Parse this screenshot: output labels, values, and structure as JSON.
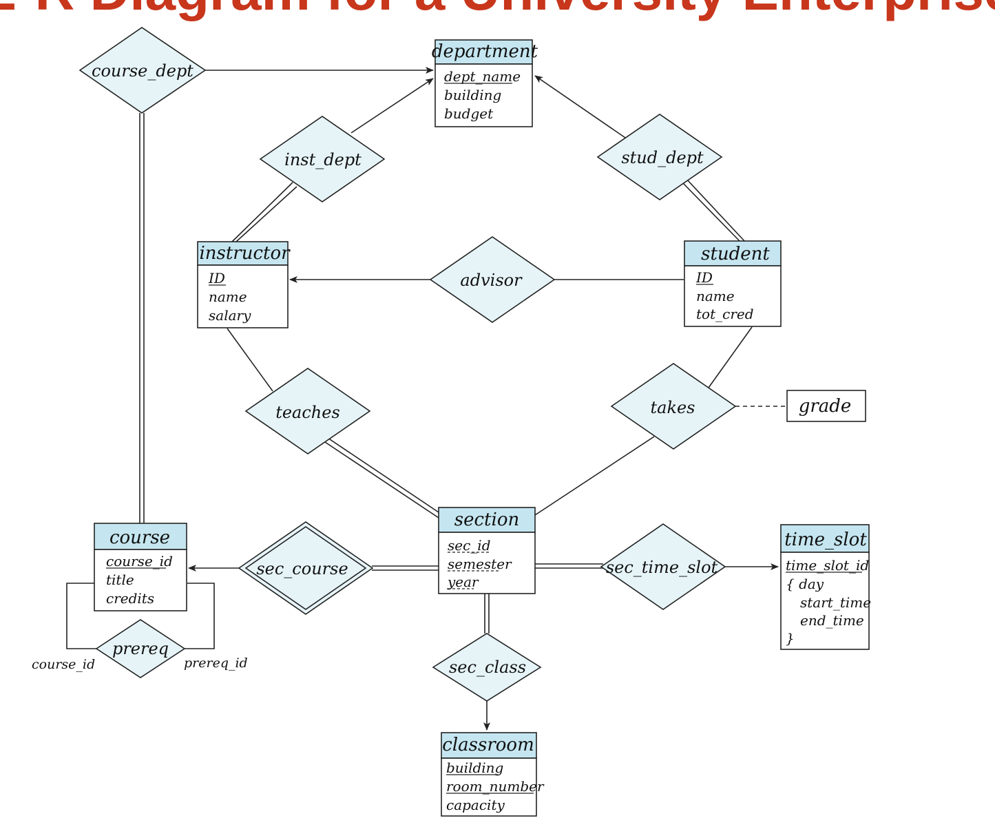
{
  "slide": {
    "title": "E-R Diagram for a University Enterprise"
  },
  "entities": {
    "department": {
      "name": "department",
      "attributes": [
        "dept_name",
        "building",
        "budget"
      ]
    },
    "instructor": {
      "name": "instructor",
      "attributes": [
        "ID",
        "name",
        "salary"
      ]
    },
    "student": {
      "name": "student",
      "attributes": [
        "ID",
        "name",
        "tot_cred"
      ]
    },
    "section": {
      "name": "section",
      "attributes": [
        "sec_id",
        "semester",
        "year"
      ]
    },
    "course": {
      "name": "course",
      "attributes": [
        "course_id",
        "title",
        "credits"
      ]
    },
    "time_slot": {
      "name": "time_slot",
      "attributes": [
        "time_slot_id",
        "{ day",
        "start_time",
        "end_time",
        "}"
      ]
    },
    "classroom": {
      "name": "classroom",
      "attributes": [
        "building",
        "room_number",
        "capacity"
      ]
    }
  },
  "relationships": {
    "course_dept": "course_dept",
    "inst_dept": "inst_dept",
    "stud_dept": "stud_dept",
    "advisor": "advisor",
    "teaches": "teaches",
    "takes": "takes",
    "sec_course": "sec_course",
    "sec_time_slot": "sec_time_slot",
    "sec_class": "sec_class",
    "prereq": "prereq"
  },
  "relationship_attribute": "grade",
  "roles": {
    "course_id": "course_id",
    "prereq_id": "prereq_id"
  },
  "colors": {
    "title": "#c8361c",
    "entity_header": "#c5e6f0",
    "relationship_fill": "#e6f4f8"
  }
}
